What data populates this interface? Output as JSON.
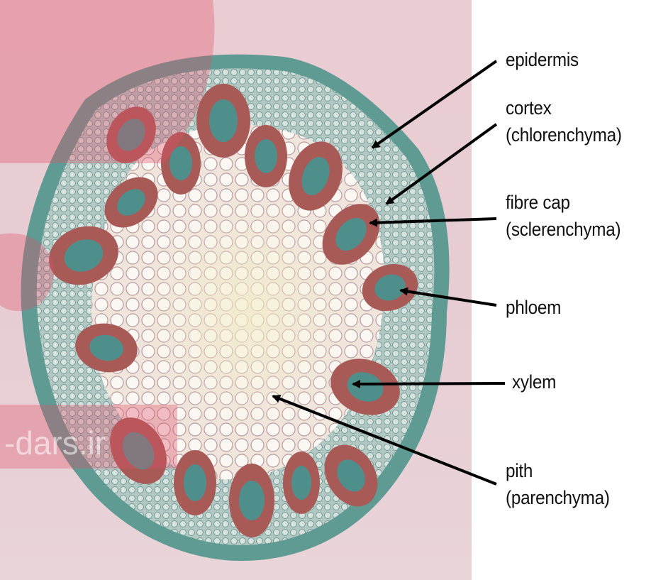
{
  "labels": {
    "epidermis": "epidermis",
    "cortex": "cortex",
    "cortex_note": "(chlorenchyma)",
    "fibre_cap": "fibre cap",
    "fibre_cap_note": "(sclerenchyma)",
    "phloem": "phloem",
    "xylem": "xylem",
    "pith": "pith",
    "pith_note": "(parenchyma)"
  },
  "watermark": {
    "text": "-dars.ir"
  },
  "colors": {
    "background": "#e8d0d5",
    "epidermis_green": "#5c9a92",
    "pith": "#f3ece4",
    "fibre_cap_red": "#a45a56",
    "xylem_teal": "#4f8f8b",
    "arrow": "#000000"
  }
}
